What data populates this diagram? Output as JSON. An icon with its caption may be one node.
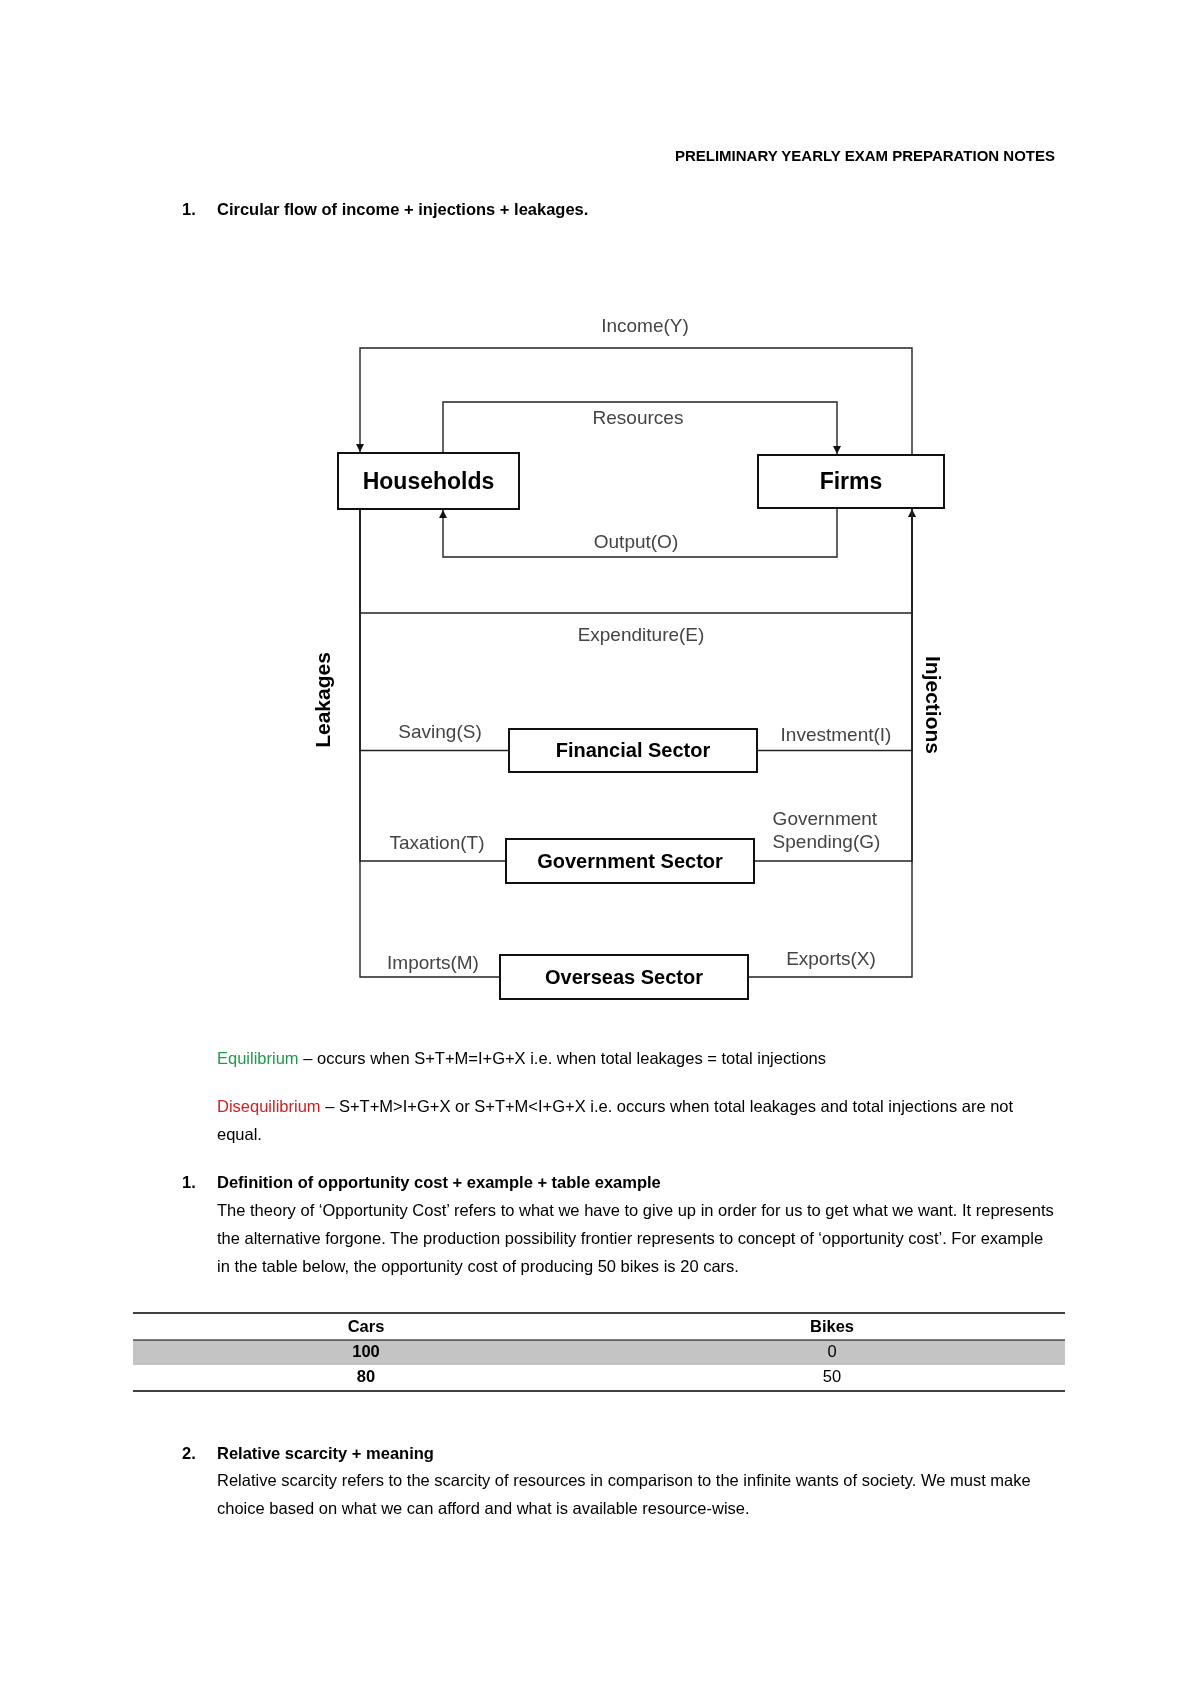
{
  "diagram": {
    "title": "PRELIMINARY YEARLY EXAM PREPARATION NOTES",
    "nodes": [
      {
        "text": [
          "Households"
        ]
      },
      {
        "text": [
          "Firms"
        ]
      },
      {
        "text": [
          "Financial Sector"
        ]
      },
      {
        "text": [
          "Government Sector"
        ]
      },
      {
        "text": [
          "Overseas Sector"
        ]
      }
    ],
    "edges": [
      {
        "from": 1,
        "to": 0,
        "arrow": "to",
        "label": "Income(Y)"
      },
      {
        "from": 0,
        "to": 1,
        "arrow": "to",
        "label": "Resources"
      },
      {
        "from": 1,
        "to": 0,
        "arrow": "to",
        "label": "Output(O)"
      },
      {
        "from": 0,
        "to": 1,
        "arrow": "to",
        "label": "Expenditure(E)"
      },
      {
        "from": 0,
        "to": 2,
        "arrow": "none",
        "label": "Saving(S)"
      },
      {
        "from": 2,
        "to": 1,
        "arrow": "none",
        "label": "Investment(I)"
      },
      {
        "from": 0,
        "to": 3,
        "arrow": "none",
        "label": "Taxation(T)"
      },
      {
        "from": 3,
        "to": 1,
        "arrow": "none",
        "label": "Government Spending(G)"
      },
      {
        "from": 0,
        "to": 4,
        "arrow": "none",
        "label": "Imports(M)"
      },
      {
        "from": 4,
        "to": 1,
        "arrow": "none",
        "label": "Exports(X)"
      }
    ],
    "labels": [
      "1.",
      "Circular flow of income + injections + leakages.",
      "Leakages",
      "Injections",
      "Equilibrium",
      "– occurs when S+T+M=I+G+X i.e. when total leakages = total injections",
      "Disequilibrium",
      "– S+T+M>I+G+X or S+T+M<I+G+X i.e. occurs when total leakages and total injections are not equal.",
      "1.",
      "Definition of opportunity cost + example + table example",
      "The theory of ‘Opportunity Cost’ refers to what we have to give up in order for us to get what we want. It represents the alternative forgone. The production possibility frontier represents to concept of ‘opportunity cost’. For example in the table below, the opportunity cost of producing 50 bikes is 20 cars.",
      "Cars",
      "Bikes",
      "100",
      "0",
      "80",
      "50",
      "2.",
      "Relative scarcity + meaning",
      "Relative scarcity refers to the scarcity of resources in comparison to the infinite wants of society. We must make choice based on what we can afford and what is available resource-wise."
    ]
  }
}
